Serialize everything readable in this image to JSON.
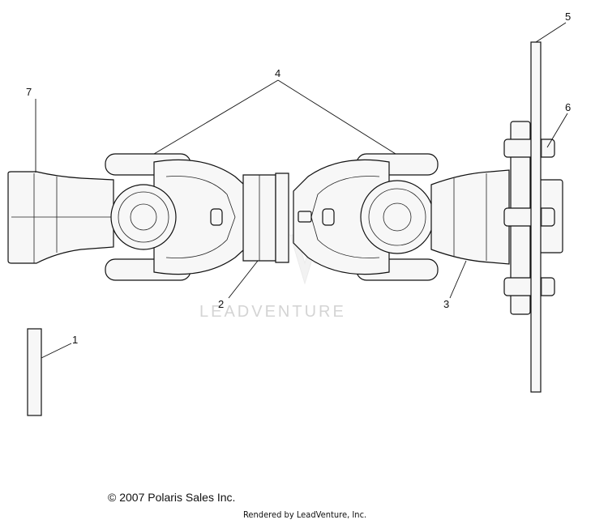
{
  "callouts": {
    "c1": "1",
    "c2": "2",
    "c3": "3",
    "c4": "4",
    "c5": "5",
    "c6": "6",
    "c7": "7"
  },
  "watermark": "LEADVENTURE",
  "copyright": "© 2007 Polaris Sales Inc.",
  "rendered_by": "Rendered by LeadVenture, Inc."
}
